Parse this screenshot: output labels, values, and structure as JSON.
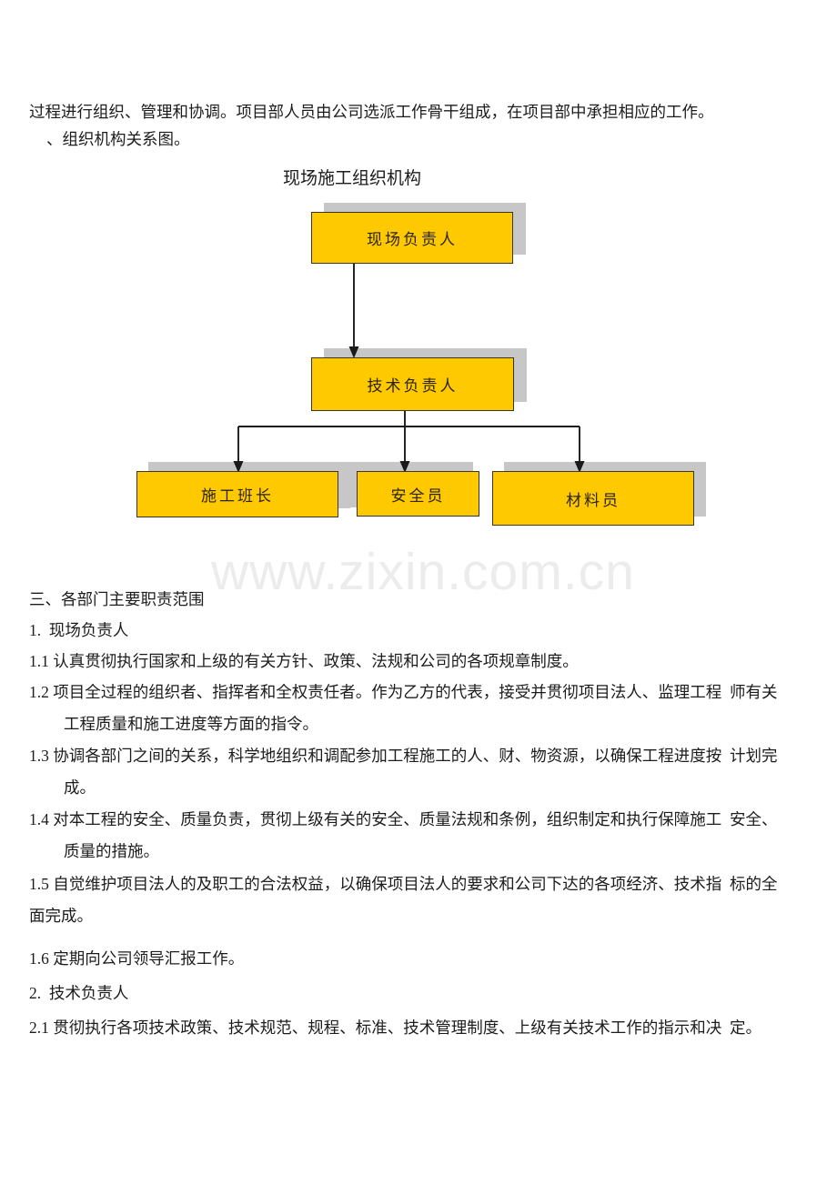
{
  "document": {
    "watermark": "www.zixin.com.cn",
    "top_paragraphs": [
      "过程进行组织、管理和协调。项目部人员由公司选派工作骨干组成，在项目部中承担相应的工作。",
      "、组织机构关系图。"
    ],
    "chart": {
      "title": "现场施工组织机构",
      "type": "org-chart",
      "box_fill_color": "#FFC900",
      "box_border_color": "#3a3320",
      "box_shadow_color": "#c7c7c7",
      "connector_color": "#1a1a1a",
      "nodes": [
        {
          "id": "top",
          "label": "现场负责人",
          "level": 1
        },
        {
          "id": "tech",
          "label": "技术负责人",
          "level": 2
        },
        {
          "id": "foreman",
          "label": "施工班长",
          "level": 3
        },
        {
          "id": "safety",
          "label": "安全员",
          "level": 3
        },
        {
          "id": "material",
          "label": "材料员",
          "level": 3
        }
      ],
      "edges": [
        {
          "from": "top",
          "to": "tech"
        },
        {
          "from": "tech",
          "to": "foreman"
        },
        {
          "from": "tech",
          "to": "safety"
        },
        {
          "from": "tech",
          "to": "material"
        }
      ]
    },
    "section_heading": "三、各部门主要职责范围",
    "body_lines": [
      "1.  现场负责人",
      "1.1 认真贯彻执行国家和上级的有关方针、政策、法规和公司的各项规章制度。",
      "1.2 项目全过程的组织者、指挥者和全权责任者。作为乙方的代表，接受并贯彻项目法人、监理工程  师有关",
      "工程质量和施工进度等方面的指令。",
      "1.3 协调各部门之间的关系，科学地组织和调配参加工程施工的人、财、物资源，以确保工程进度按  计划完",
      "成。",
      "1.4 对本工程的安全、质量负责，贯彻上级有关的安全、质量法规和条例，组织制定和执行保障施工  安全、",
      "质量的措施。",
      "1.5 自觉维护项目法人的及职工的合法权益，以确保项目法人的要求和公司下达的各项经济、技术指  标的全",
      "面完成。",
      "1.6 定期向公司领导汇报工作。",
      "2.  技术负责人",
      "2.1 贯彻执行各项技术政策、技术规范、规程、标准、技术管理制度、上级有关技术工作的指示和决  定。"
    ]
  }
}
